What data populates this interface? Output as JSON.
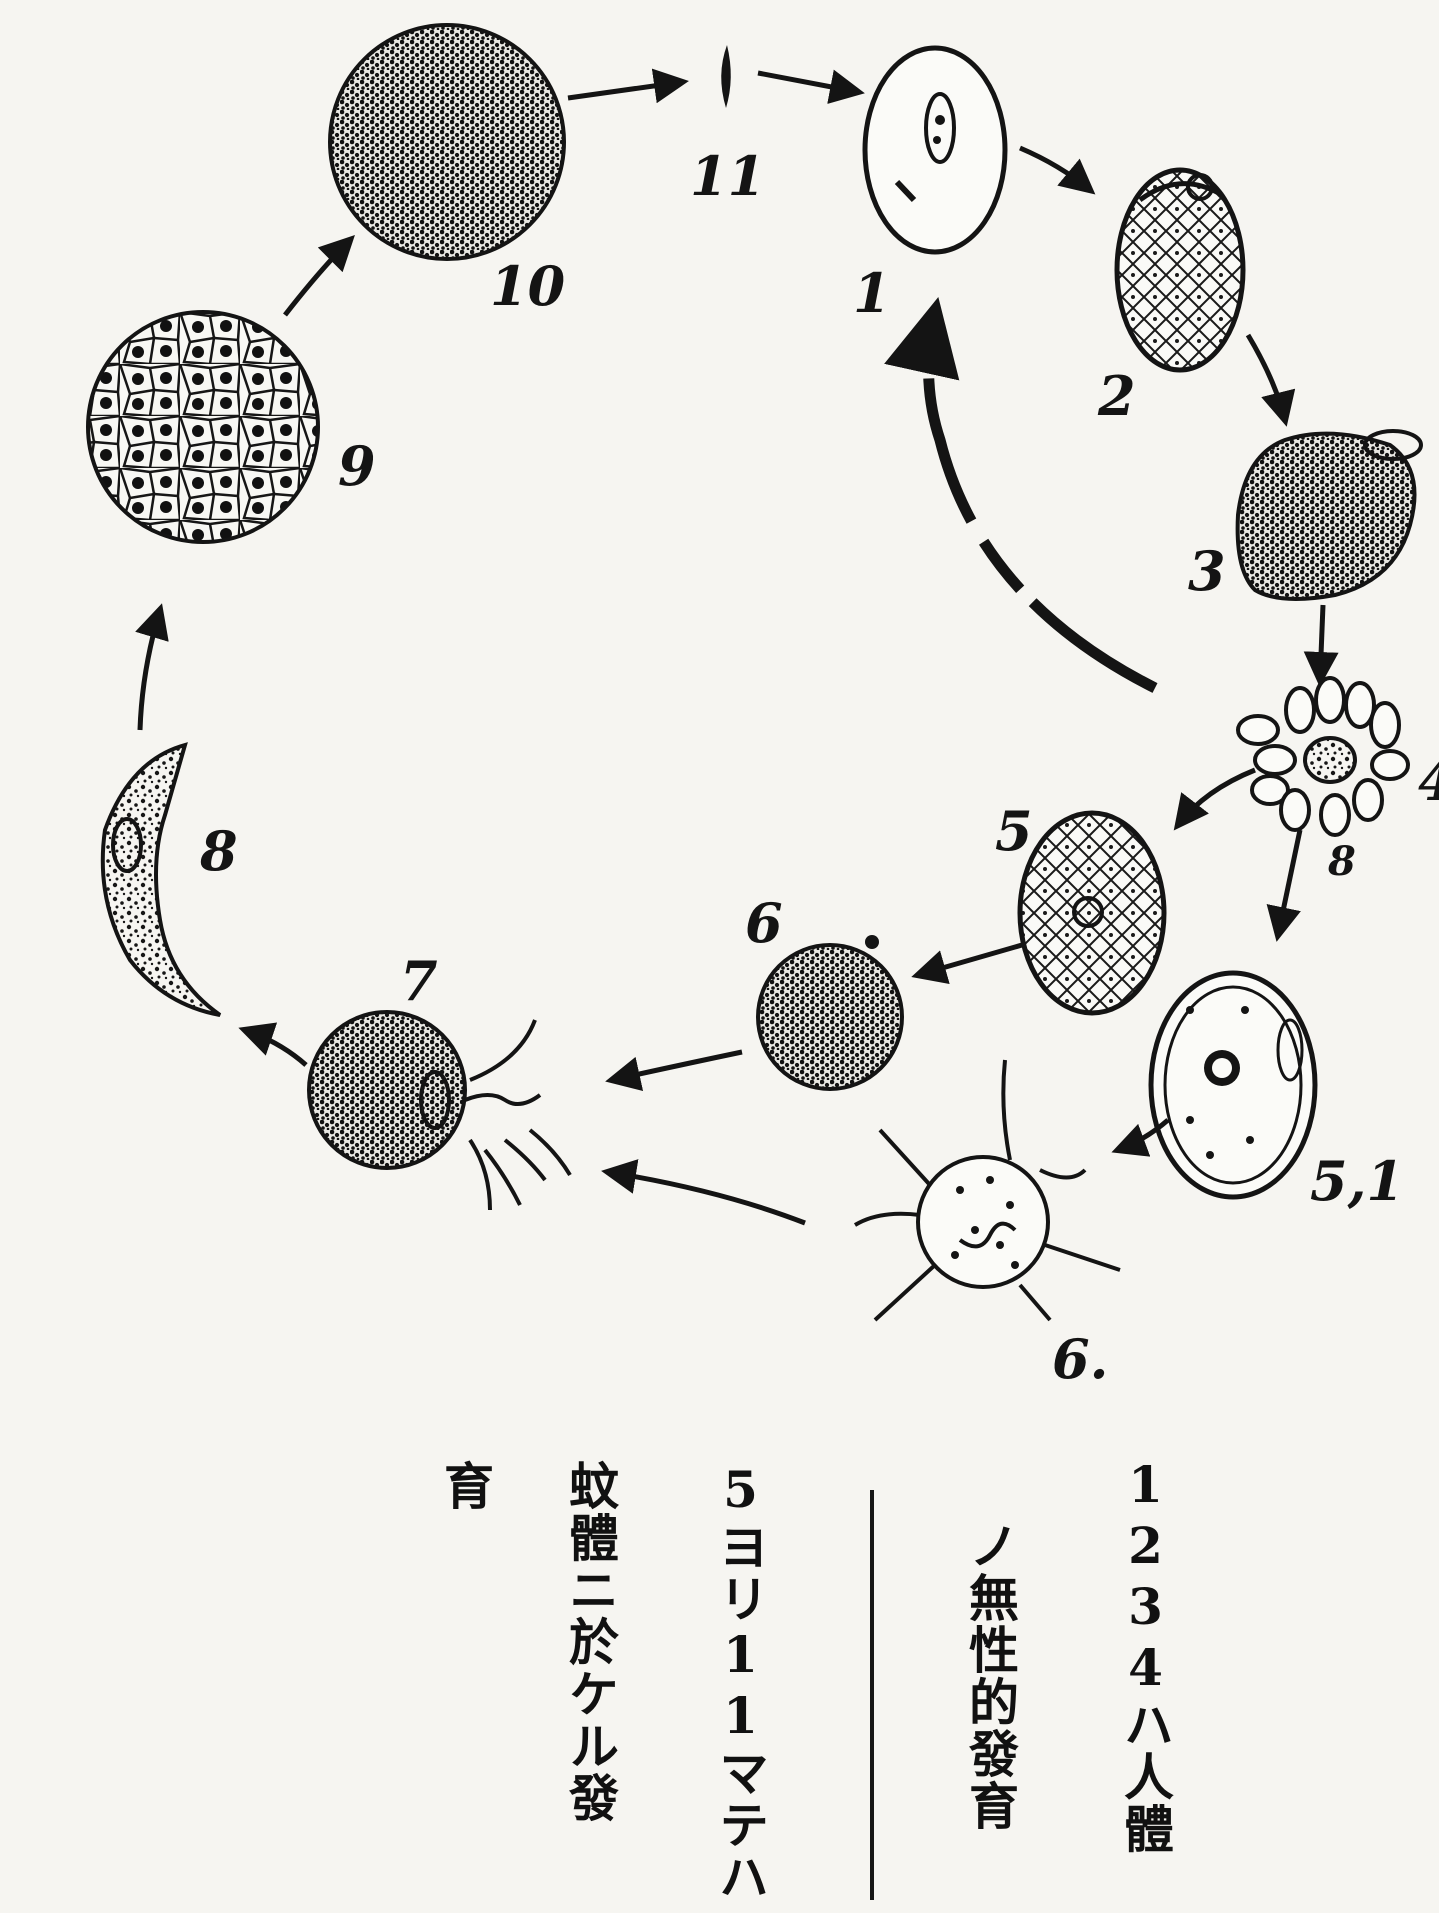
{
  "stage_labels": {
    "s1": "1",
    "s2": "2",
    "s3": "3",
    "s4": "4",
    "s4b": "8",
    "s5": "5",
    "s51": "5,1",
    "s6": "6",
    "s6b": "6.",
    "s7": "7",
    "s8": "8",
    "s9": "9",
    "s10": "10",
    "s11": "11"
  },
  "caption": {
    "col1": "1234ハ人體",
    "col2": "ノ無性的發育",
    "col3": "5ヨリ11マテハ",
    "col4": "蚊體ニ於ケル發",
    "col5": "育"
  },
  "colors": {
    "ink": "#141414",
    "paper": "#f6f5f1"
  }
}
